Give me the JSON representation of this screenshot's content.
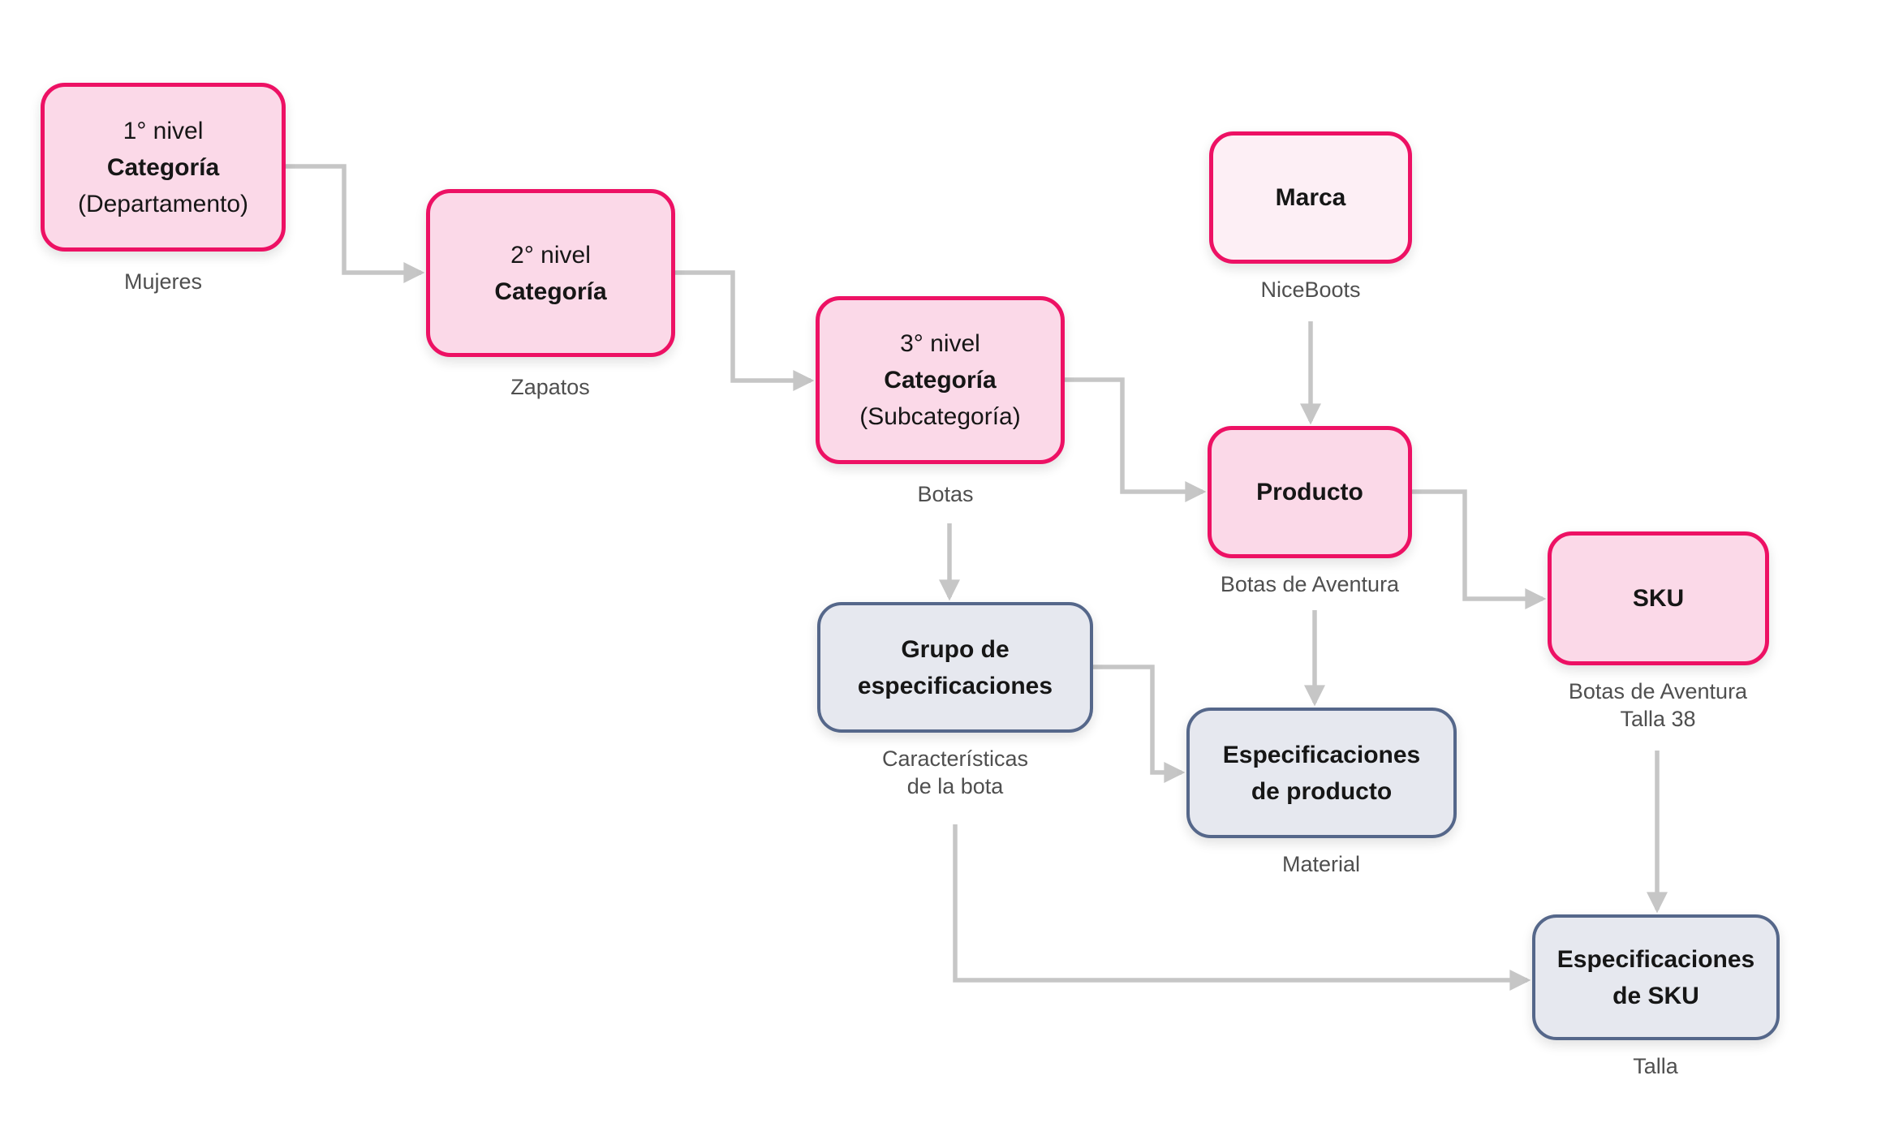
{
  "diagram": {
    "colors": {
      "pink_border": "#ED1164",
      "pink_fill": "#FBD9E8",
      "marca_fill": "#FDEFF5",
      "slate_border": "#55678A",
      "slate_fill": "#E6E8EF",
      "arrow": "#C6C6C6",
      "title_text": "#161616",
      "caption_text": "#4F4F4F",
      "background": "#FFFFFF"
    },
    "nodes": {
      "cat1": {
        "lines": [
          "1° nivel",
          "Categoría",
          "(Departamento)"
        ],
        "caption": "Mujeres"
      },
      "cat2": {
        "lines": [
          "2° nivel",
          "Categoría"
        ],
        "caption": "Zapatos"
      },
      "cat3": {
        "lines": [
          "3° nivel",
          "Categoría",
          "(Subcategoría)"
        ],
        "caption": "Botas"
      },
      "marca": {
        "lines": [
          "Marca"
        ],
        "caption": "NiceBoots"
      },
      "producto": {
        "lines": [
          "Producto"
        ],
        "caption": "Botas de Aventura"
      },
      "sku": {
        "lines": [
          "SKU"
        ],
        "caption": "Botas de Aventura\nTalla 38"
      },
      "grupo": {
        "lines": [
          "Grupo de",
          "especificaciones"
        ],
        "caption": "Características\nde la bota"
      },
      "esp_producto": {
        "lines": [
          "Especificaciones",
          "de producto"
        ],
        "caption": "Material"
      },
      "esp_sku": {
        "lines": [
          "Especificaciones",
          "de SKU"
        ],
        "caption": "Talla"
      }
    }
  }
}
